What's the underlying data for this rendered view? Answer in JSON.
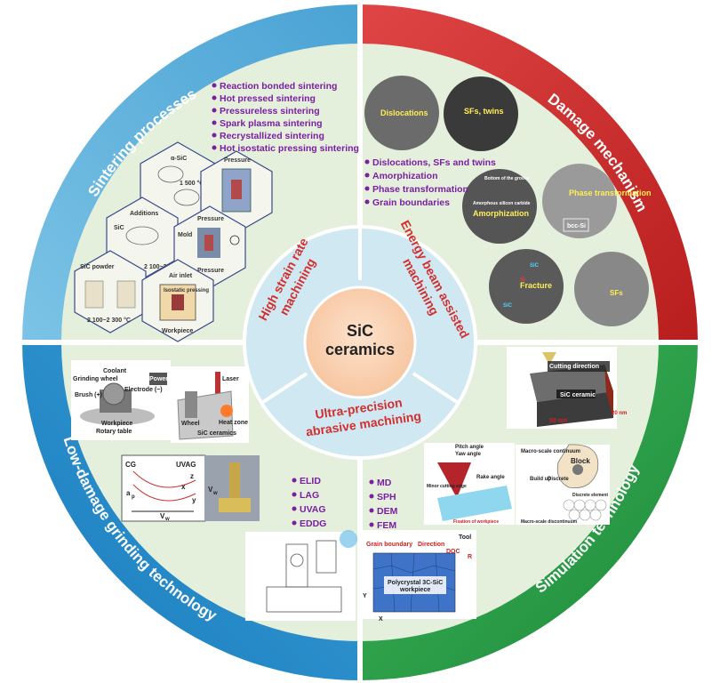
{
  "center": {
    "line1": "SiC",
    "line2": "ceramics"
  },
  "ring_labels": {
    "top_left": "Sintering processes",
    "top_right": "Damage mechanism",
    "bottom_left": "Low-damage grinding technology",
    "bottom_right": "Simulation technology"
  },
  "inner_labels": {
    "left": [
      "High strain rate",
      "machining"
    ],
    "right": [
      "Energy beam assisted",
      "machining"
    ],
    "bottom": [
      "Ultra-precision",
      "abrasive machining"
    ]
  },
  "sintering": {
    "items": [
      "Reaction bonded sintering",
      "Hot pressed sintering",
      "Pressureless sintering",
      "Spark plasma sintering",
      "Recrystallized sintering",
      "Hot isostatic pressing sintering"
    ],
    "hex_labels": {
      "alpha_sic": "α-SiC",
      "temp_1500": "1 500 °C",
      "pressure_top": "Pressure",
      "additions": "Additions",
      "sic": "SiC",
      "temp_2100_2150": "2 100~2 150 °C",
      "pressure_mid": "Pressure",
      "mold": "Mold",
      "pressure_bottom": "Pressure",
      "sic_powder": "SiC powder",
      "air_inlet": "Air inlet",
      "isostatic_pressing": "Isostatic pressing",
      "temp_2100_2300": "2 100~2 300 °C",
      "workpiece": "Workpiece"
    }
  },
  "damage": {
    "items": [
      "Dislocations, SFs and twins",
      "Amorphization",
      "Phase transformation",
      "Grain boundaries"
    ],
    "image_labels": {
      "dislocations": "Dislocations",
      "sfs_twins": "SFs, twins",
      "bottom_of_groove": "Bottom of the groove",
      "amorphous_sic": "Amorphous silicon carbide",
      "amorphization": "Amorphization",
      "phase_transformation": "Phase transformation",
      "bcc_si": "bcc-Si",
      "sic_top": "SiC",
      "fracture": "Fracture",
      "si": "Si",
      "sic_bottom": "SiC",
      "sfs": "SFs"
    }
  },
  "grinding": {
    "items": [
      "ELID",
      "LAG",
      "UVAG",
      "EDDG"
    ],
    "diagram_labels": {
      "coolant": "Coolant",
      "grinding_wheel": "Grinding wheel",
      "power": "Power",
      "electrode": "Electrode (−)",
      "brush": "Brush (+)",
      "workpiece": "Workpiece",
      "rotary_table": "Rotary table",
      "laser": "Laser",
      "wheel": "Wheel",
      "heat_zone": "Heat zone",
      "sic_ceramics": "SiC ceramics",
      "cg": "CG",
      "uvag": "UVAG",
      "ap": "a",
      "ap_sub": "p",
      "vw": "V",
      "vw_sub": "w",
      "x": "x",
      "y": "y",
      "z": "z",
      "vw2": "V",
      "vw2_sub": "w"
    }
  },
  "simulation": {
    "items": [
      "MD",
      "SPH",
      "DEM",
      "FEM"
    ],
    "diagram_labels": {
      "cutting_direction": "Cutting direction",
      "sic_ceramic": "SiC ceramic",
      "dim_50": "50 nm",
      "dim_20": "20 nm",
      "pitch_angle": "Pitch angle",
      "yaw_angle": "Yaw angle",
      "rake_angle": "Rake angle",
      "minor_cutting_edge": "Minor cutting edge",
      "fixation": "Fixation of workpiece",
      "macro_continuum": "Macro-scale continuum",
      "block": "Block",
      "build_up": "Build up",
      "discrete": "Discrete",
      "discrete_element": "Discrete element",
      "macro_discontinuum": "Macro-scale discontinuum",
      "grain_boundary": "Grain boundary",
      "direction": "Direction",
      "doc": "DOC",
      "tool": "Tool",
      "r": "R",
      "polycrystal": "Polycrystal 3C-SiC",
      "workpiece": "workpiece",
      "y_axis": "Y",
      "x_axis": "X"
    }
  },
  "colors": {
    "sinter_ring": "#5fb2dc",
    "damage_ring": "#d32a2a",
    "grinding_ring": "#2a8fcc",
    "simulation_ring": "#2aa048",
    "bg_panel": "#e4efdc",
    "inner_ring": "#cfe8f2",
    "center": "#fbd3b4",
    "bullet": "#7b1fa2",
    "inner_text": "#d32f2f"
  }
}
